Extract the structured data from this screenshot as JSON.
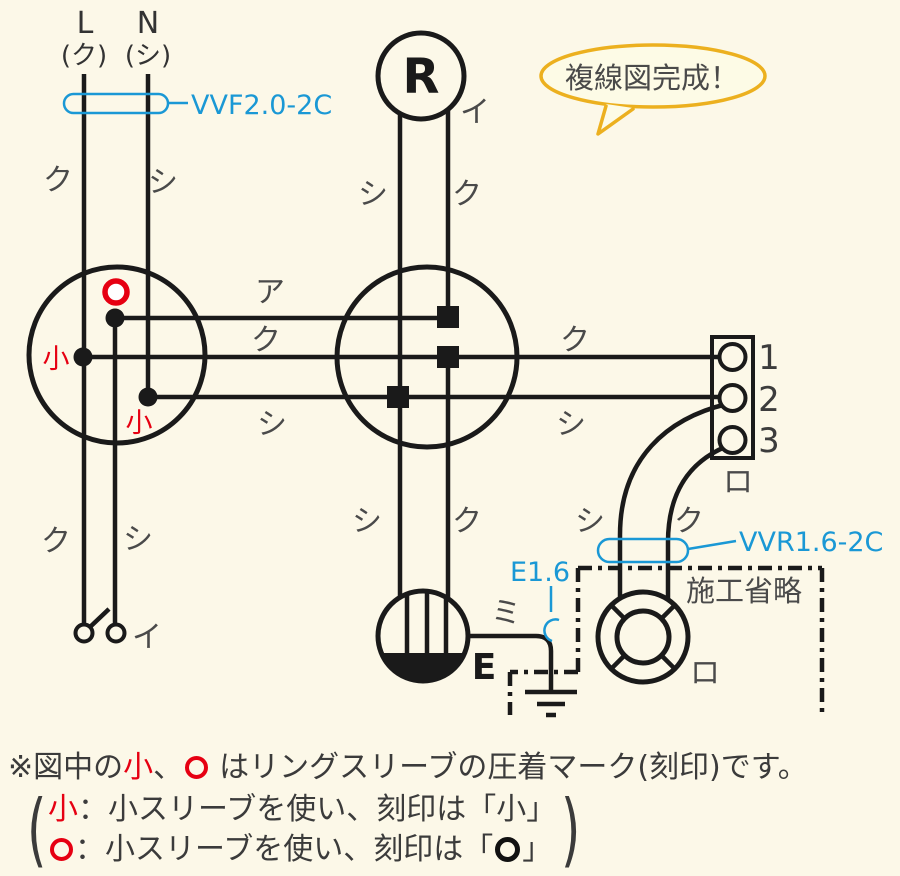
{
  "colors": {
    "background": "#fcf8e8",
    "wire_black": "#1a1a1a",
    "label_gray": "#4a4a4a",
    "crimp_red": "#e60012",
    "cable_blue": "#1a98d5",
    "bubble_border": "#ecb01f",
    "bubble_fill": "#fdfbe6"
  },
  "header": {
    "l": "L",
    "n": "N",
    "l_phase": "(ク)",
    "n_phase": "(シ)"
  },
  "cables": {
    "vvf": "VVF2.0-2C",
    "vvr": "VVR1.6-2C",
    "earth": "E1.6"
  },
  "bubble": {
    "text": "複線図完成！"
  },
  "devices": {
    "lamp": "R",
    "earth": "E",
    "terminals": [
      "1",
      "2",
      "3"
    ],
    "terminal_block": "ロ",
    "ceiling_lamp": "ロ",
    "omitted": "施工省略"
  },
  "marks": {
    "small_left": "小",
    "small_bottom": "小"
  },
  "wires": {
    "l_top": "ク",
    "n_top": "シ",
    "a": "ア",
    "k_mid": "ク",
    "s_mid": "シ",
    "s_r_leg": "シ",
    "k_r_leg": "ク",
    "r_switch": "イ",
    "k_term": "ク",
    "s_term": "シ",
    "s_mid_low": "シ",
    "k_mid_low": "ク",
    "s_lamp": "シ",
    "k_lamp": "ク",
    "earth_wire": "ミ",
    "k_sw": "ク",
    "s_sw": "シ",
    "switch": "イ"
  },
  "note": {
    "line1_prefix": "※図中の",
    "line1_mark": "小",
    "line1_comma": "、",
    "line1_rest": "はリングスリーブの圧着マーク(刻印)です。",
    "open_paren": "(",
    "close_paren": ")",
    "line2_mark": "小",
    "line2_rest": "：小スリーブを使い、刻印は「小」",
    "line3_rest": "：小スリーブを使い、刻印は「",
    "line3_close": "」"
  }
}
